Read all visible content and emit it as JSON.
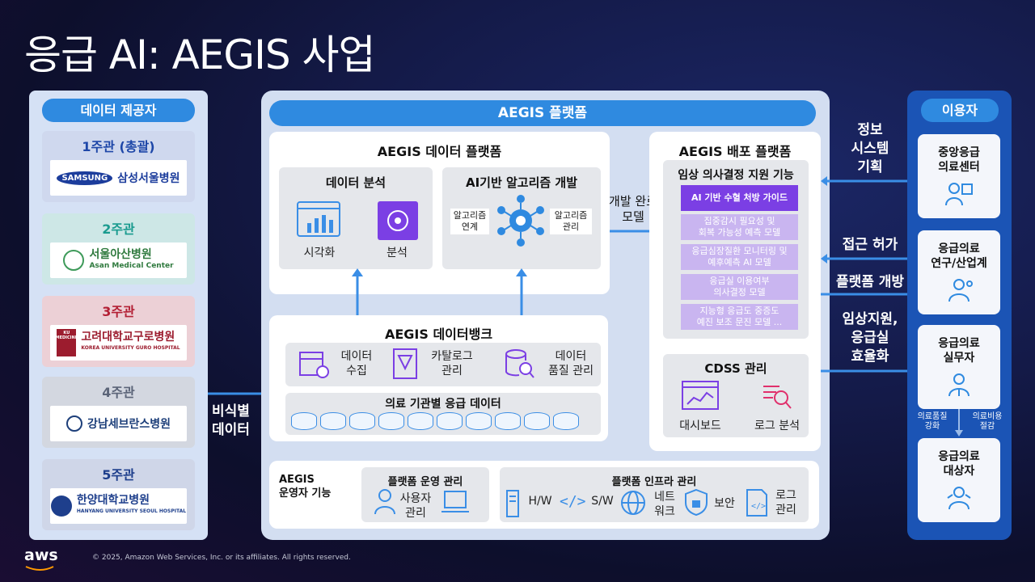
{
  "title": "응급 AI: AEGIS 사업",
  "providers": {
    "header": "데이터 제공자",
    "items": [
      {
        "rank": "1주관 (총괄)",
        "hospital": "삼성서울병원",
        "brand": "SAMSUNG"
      },
      {
        "rank": "2주관",
        "hospital": "서울아산병원",
        "hospital_en": "Asan Medical Center"
      },
      {
        "rank": "3주관",
        "hospital": "고려대학교구로병원",
        "hospital_en": "KOREA UNIVERSITY GURO HOSPITAL",
        "badge": "KU MEDICINE"
      },
      {
        "rank": "4주관",
        "hospital": "강남세브란스병원"
      },
      {
        "rank": "5주관",
        "hospital": "한양대학교병원",
        "hospital_en": "HANYANG UNIVERSITY SEOUL HOSPITAL"
      }
    ],
    "arrow_label": "비식별\n데이터"
  },
  "platform": {
    "header": "AEGIS 플랫폼",
    "data_platform": {
      "title": "AEGIS 데이터 플랫폼",
      "analysis": {
        "title": "데이터 분석",
        "visualize": "시각화",
        "analyze": "분석"
      },
      "algo": {
        "title": "AI기반 알고리즘 개발",
        "link": "알고리즘\n연계",
        "manage": "알고리즘\n관리"
      }
    },
    "dev_arrow_label": "개발 완료\n모델",
    "databank": {
      "title": "AEGIS 데이터뱅크",
      "collect": "데이터\n수집",
      "catalog": "카탈로그\n관리",
      "quality": "데이터\n품질 관리",
      "emergency_data": "의료 기관별 응급 데이터"
    },
    "deploy": {
      "title": "AEGIS 배포 플랫폼",
      "cds_title": "임상 의사결정 지원 기능",
      "ai_items": [
        "AI 기반 수혈 처방 가이드",
        "집중감시 필요성 및\n회복 가능성 예측 모델",
        "응급심장질환 모니터링 및\n예후예측 AI 모델",
        "응급실 이용여부\n의사결정 모델",
        "지능형 응급도 중증도\n예진 보조 문진 모델 ..."
      ],
      "cdss_title": "CDSS 관리",
      "dashboard": "대시보드",
      "log_analysis": "로그 분석"
    },
    "ops": {
      "title": "AEGIS\n운영자 기능",
      "op_mgmt_title": "플랫폼 운영 관리",
      "user_mgmt": "사용자\n관리",
      "infra_title": "플랫폼 인프라 관리",
      "hw": "H/W",
      "sw": "S/W",
      "network": "네트\n워크",
      "security": "보안",
      "log_mgmt": "로그\n관리"
    }
  },
  "users": {
    "header": "이용자",
    "items": [
      "중앙응급\n의료센터",
      "응급의료\n연구/산업계",
      "응급의료\n실무자",
      "응급의료\n대상자"
    ],
    "quality_label": "의료품질\n강화",
    "cost_label": "의료비용\n절감"
  },
  "flows": {
    "info_system": "정보\n시스템\n기획",
    "access": "접근 허가",
    "open": "플랫폼 개방",
    "clinical": "임상지원,\n응급실\n효율화"
  },
  "footer": {
    "brand": "aws",
    "copyright": "© 2025, Amazon Web Services, Inc. or its affiliates. All rights reserved."
  },
  "colors": {
    "accent": "#2f8ae0",
    "panel": "#d3def1",
    "ai_primary": "#7b3fe4",
    "user_panel": "#1b54b5"
  }
}
